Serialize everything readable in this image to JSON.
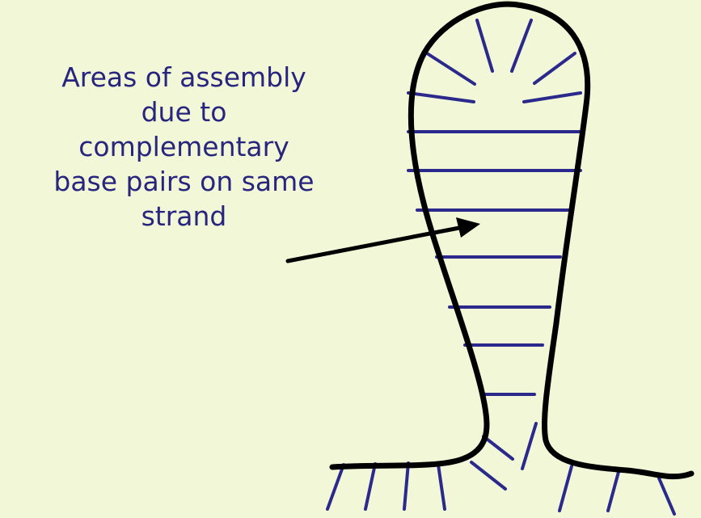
{
  "diagram": {
    "caption_lines": [
      "Areas of assembly",
      "due to",
      "complementary",
      "base pairs on same",
      "strand"
    ],
    "colors": {
      "background": "#f2f8d7",
      "strand": "#000000",
      "base_pair": "#2b2a8c",
      "text": "#28257e"
    },
    "elements": {
      "strand": "single RNA strand folded into hairpin",
      "base_pairs": "complementary base pairs",
      "arrow": "pointer from caption to base pairs"
    }
  }
}
